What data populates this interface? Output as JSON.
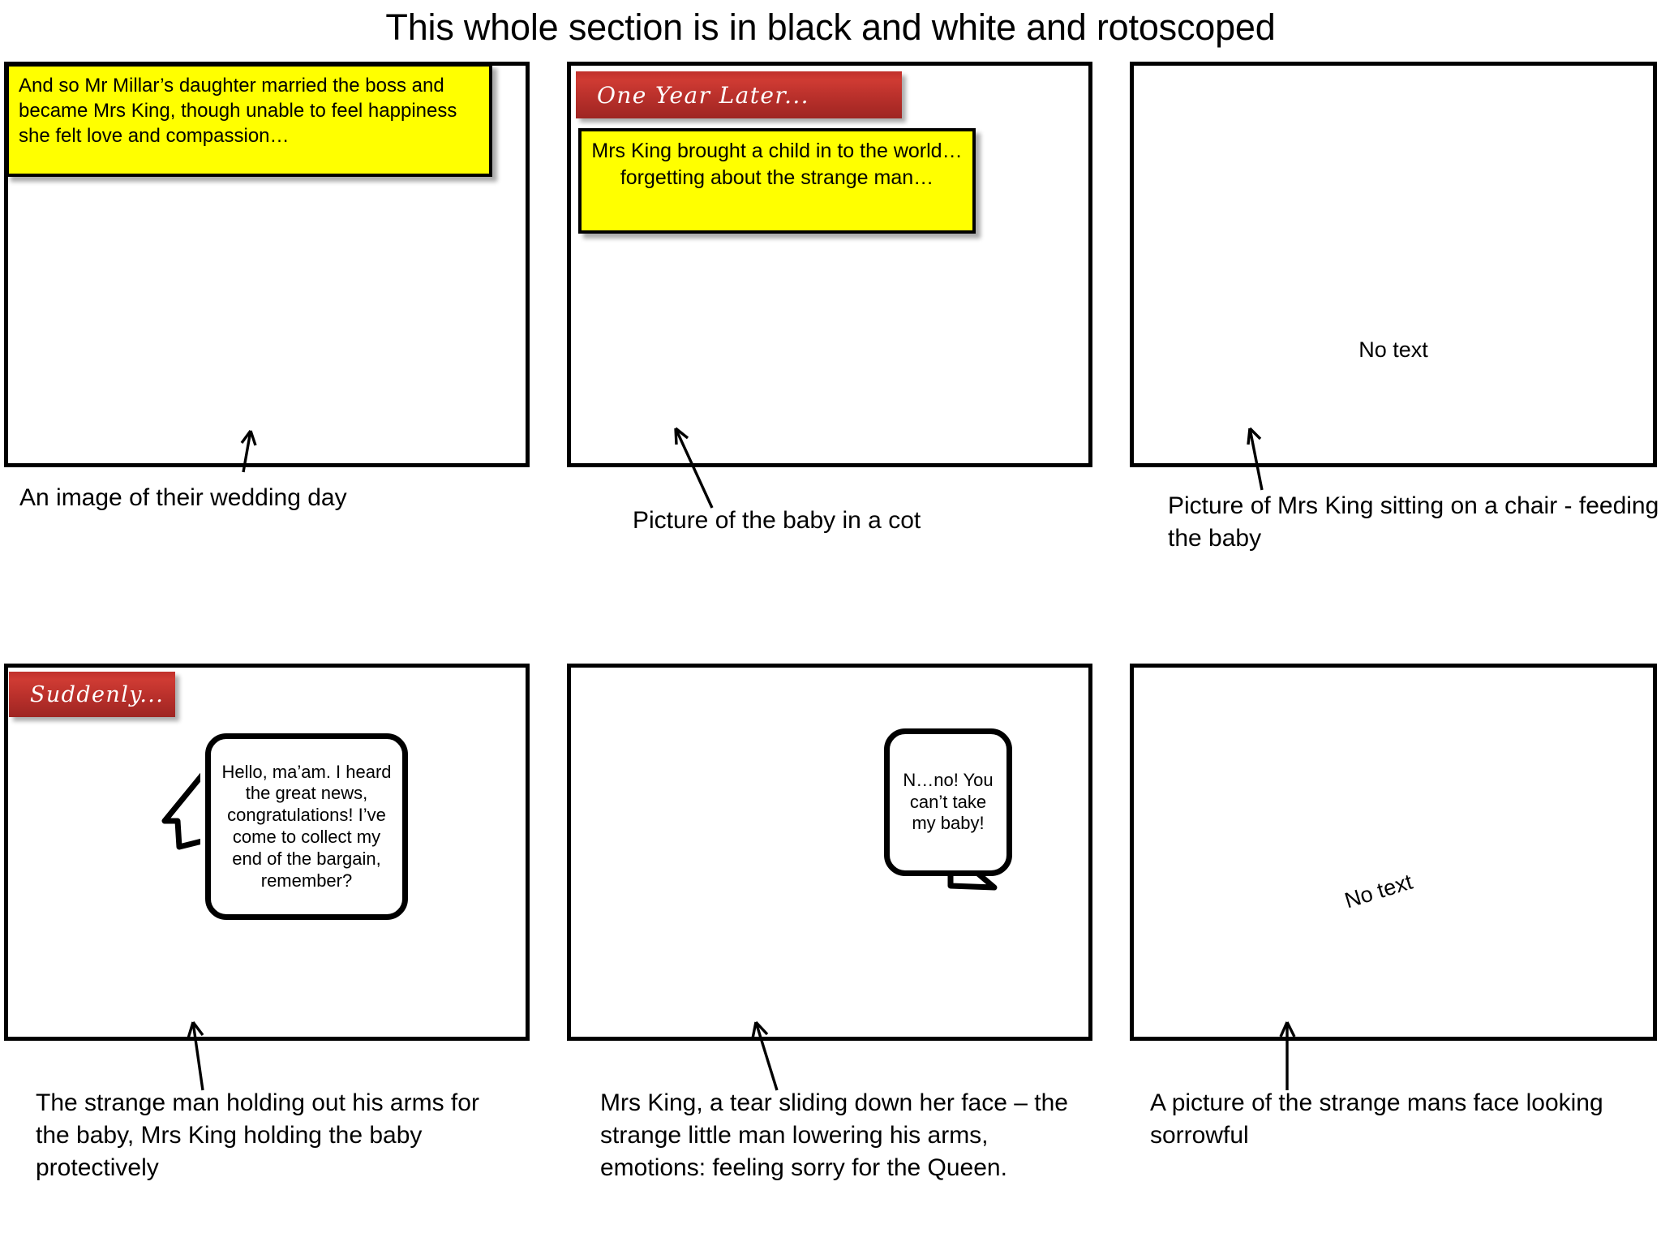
{
  "document": {
    "title": "This whole section is in black and white and rotoscoped"
  },
  "panels": [
    {
      "id": "panel-1",
      "caption": "An image of their wedding day",
      "no_text_marker": null,
      "banner": null,
      "narration": "And so Mr Millar’s daughter married the boss and became Mrs King, though unable to feel happiness  she felt love and compassion…",
      "speech": null
    },
    {
      "id": "panel-2",
      "caption": "Picture of the baby in a cot",
      "no_text_marker": null,
      "banner": "One Year Later...",
      "narration": "Mrs King brought a child in to the world…forgetting about the strange man…",
      "speech": null
    },
    {
      "id": "panel-3",
      "caption": "Picture of Mrs King sitting on a chair - feeding the baby",
      "no_text_marker": "No text",
      "banner": null,
      "narration": null,
      "speech": null
    },
    {
      "id": "panel-4",
      "caption": "The strange man holding out his arms for the baby, Mrs King holding the baby protectively",
      "no_text_marker": null,
      "banner": "Suddenly...",
      "narration": null,
      "speech": "Hello, ma’am. I heard the great news, congratulations! I’ve come to collect my end of the bargain, remember?"
    },
    {
      "id": "panel-5",
      "caption": "Mrs King, a tear sliding down her face – the strange little man lowering his arms, emotions: feeling sorry for the Queen.",
      "no_text_marker": null,
      "banner": null,
      "narration": null,
      "speech": "N…no! You can’t take my baby!"
    },
    {
      "id": "panel-6",
      "caption": "A picture of the strange mans face looking sorrowful",
      "no_text_marker": "No text",
      "banner": null,
      "narration": null,
      "speech": null
    }
  ],
  "colors": {
    "caption_yellow": "#ffff00",
    "banner_red": "#c0302c",
    "frame_black": "#000000",
    "page_background": "#ffffff"
  },
  "icons": {
    "pointer": "arrow-up-icon"
  }
}
